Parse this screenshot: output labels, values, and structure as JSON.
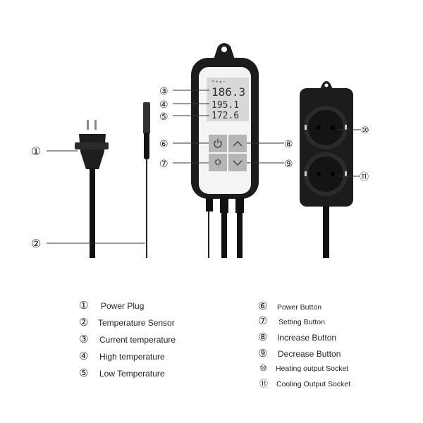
{
  "display": {
    "current": "186.3",
    "high": "195.1",
    "low": "172.6"
  },
  "callouts": {
    "c1": "①",
    "c2": "②",
    "c3": "③",
    "c4": "④",
    "c5": "⑤",
    "c6": "⑥",
    "c7": "⑦",
    "c8": "⑧",
    "c9": "⑨",
    "c10": "⑩",
    "c11": "⑪"
  },
  "legend": {
    "left": [
      {
        "num": "①",
        "label": "Power Plug"
      },
      {
        "num": "②",
        "label": "Temperature Sensor"
      },
      {
        "num": "③",
        "label": "Current temperature"
      },
      {
        "num": "④",
        "label": "High temperature"
      },
      {
        "num": "⑤",
        "label": "Low Temperature"
      }
    ],
    "right": [
      {
        "num": "⑥",
        "label": "Power Button"
      },
      {
        "num": "⑦",
        "label": "Setting Button"
      },
      {
        "num": "⑧",
        "label": "Increase Button"
      },
      {
        "num": "⑨",
        "label": "Decrease Button"
      },
      {
        "num": "⑩",
        "label": "Heating output Socket"
      },
      {
        "num": "⑪",
        "label": "Cooling Output Socket"
      }
    ]
  },
  "colors": {
    "body": "#1c1c1c",
    "lcd": "#d8d8d8",
    "button": "#b5b5b5"
  }
}
